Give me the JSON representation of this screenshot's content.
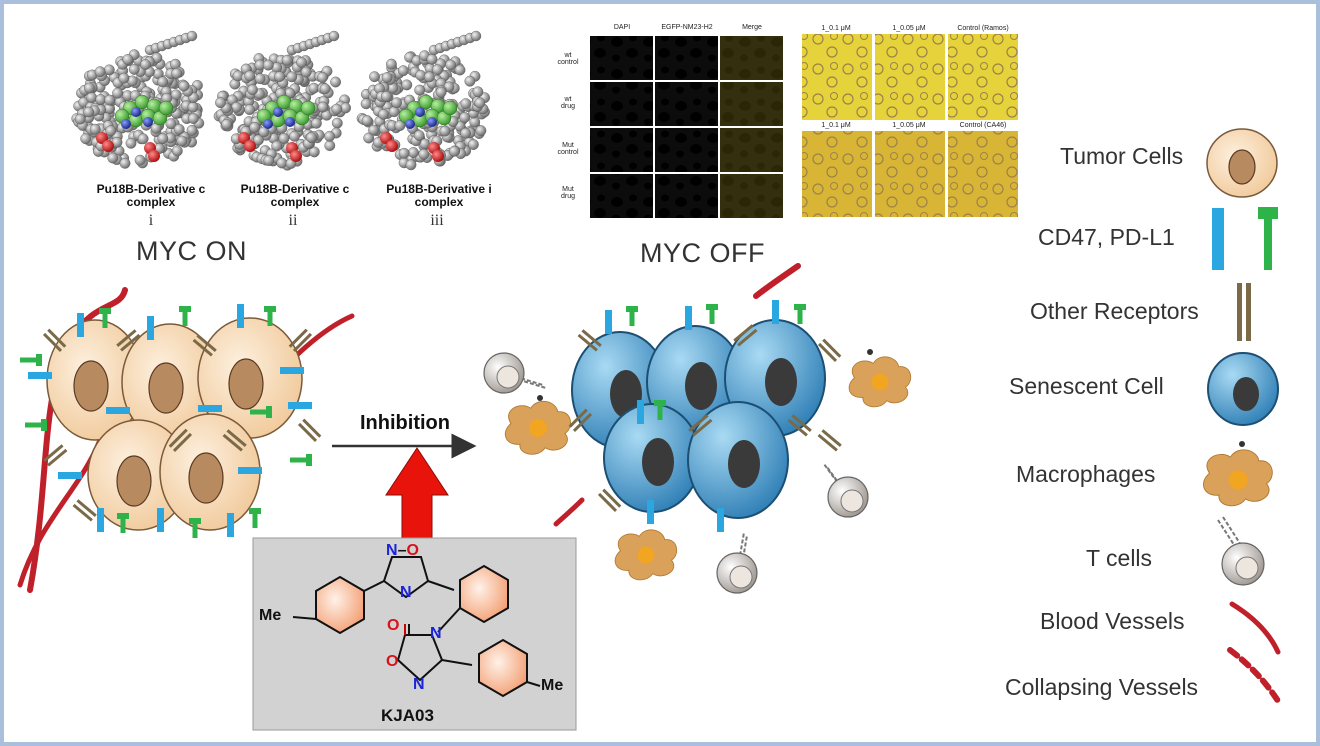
{
  "molecules": [
    {
      "caption_line1": "Pu18B-Derivative c",
      "caption_line2": "complex",
      "numeral": "i"
    },
    {
      "caption_line1": "Pu18B-Derivative c",
      "caption_line2": "complex",
      "numeral": "ii"
    },
    {
      "caption_line1": "Pu18B-Derivative i",
      "caption_line2": "complex",
      "numeral": "iii"
    }
  ],
  "myc_on": "MYC ON",
  "myc_off": "MYC OFF",
  "microscopy": {
    "columns": [
      "DAPI",
      "EGFP-NM23-H2",
      "Merge"
    ],
    "rows": [
      {
        "l1": "wt",
        "l2": "control"
      },
      {
        "l1": "wt",
        "l2": "drug"
      },
      {
        "l1": "Mut",
        "l2": "control"
      },
      {
        "l1": "Mut",
        "l2": "drug"
      }
    ]
  },
  "brightfield": {
    "top": [
      "1_0.1 μM",
      "1_0.05 μM",
      "Control (Ramos)"
    ],
    "bottom": [
      "1_0.1 μM",
      "1_0.05 μM",
      "Control (CA46)"
    ]
  },
  "inhibition": "Inhibition",
  "compound": {
    "name": "KJA03",
    "atom_n": "N",
    "atom_o": "O",
    "atom_me": "Me",
    "ring1_top": "N–O"
  },
  "legend": [
    {
      "label": "Tumor Cells",
      "icon": "tumor-cell-icon"
    },
    {
      "label": "CD47, PD-L1",
      "icon": "receptor-icon"
    },
    {
      "label": "Other Receptors",
      "icon": "other-receptor-icon"
    },
    {
      "label": "Senescent Cell",
      "icon": "senescent-cell-icon"
    },
    {
      "label": "Macrophages",
      "icon": "macrophage-icon"
    },
    {
      "label": "T cells",
      "icon": "t-cell-icon"
    },
    {
      "label": "Blood Vessels",
      "icon": "blood-vessel-icon"
    },
    {
      "label": "Collapsing Vessels",
      "icon": "collapsing-vessel-icon"
    }
  ],
  "colors": {
    "frame": "#a9bfdc",
    "tumor_fill": "#f6dcbc",
    "nucleus_brown": "#b88a60",
    "senescent_blue": "#4d9fd0",
    "receptor_blue": "#2aa7e0",
    "receptor_green": "#2db34a",
    "vessel_red": "#c0202a",
    "arrow_red": "#e8140c",
    "macrophage": "#d9a15a",
    "benzene": "#f4a582"
  }
}
